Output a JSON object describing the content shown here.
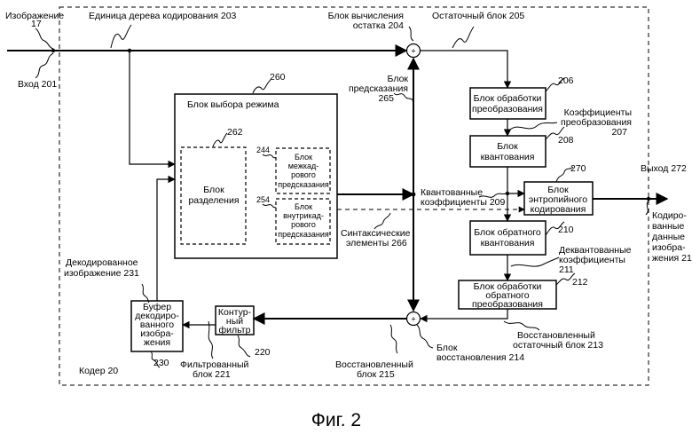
{
  "labels": {
    "picture": "Изображение",
    "picture_num": "17",
    "input": "Вход 201",
    "coding_tree_unit": "Единица дерева кодирования 203",
    "residual_calc_1": "Блок вычисления",
    "residual_calc_2": "остатка 204",
    "residual_block": "Остаточный блок 205",
    "prediction_1": "Блок",
    "prediction_2": "предсказания",
    "prediction_3": "265",
    "mode_select_num": "260",
    "mode_select": "Блок выбора режима",
    "partition_num": "262",
    "partition_1": "Блок",
    "partition_2": "разделения",
    "inter_num": "244",
    "inter_1": "Блок",
    "inter_2": "межкад-",
    "inter_3": "рового",
    "inter_4": "предсказания",
    "intra_num": "254",
    "intra_1": "Блок",
    "intra_2": "внутрикад-",
    "intra_3": "рового",
    "intra_4": "предсказания",
    "transform_num": "206",
    "transform_1": "Блок обработки",
    "transform_2": "преобразования",
    "coeffs_1": "Коэффициенты",
    "coeffs_2": "преобразования",
    "coeffs_3": "207",
    "quant_num": "208",
    "quant_1": "Блок",
    "quant_2": "квантования",
    "entropy_num": "270",
    "entropy_1": "Блок",
    "entropy_2": "энтропийного",
    "entropy_3": "кодирования",
    "output": "Выход 272",
    "encoded_1": "Кодиро-",
    "encoded_2": "ванные",
    "encoded_3": "данные",
    "encoded_4": "изобра-",
    "encoded_5": "жения 21",
    "quant_coeffs_1": "Квантованные",
    "quant_coeffs_2": "коэффициенты 209",
    "syntax_1": "Синтаксические",
    "syntax_2": "элементы 266",
    "invquant_num": "210",
    "invquant_1": "Блок обратного",
    "invquant_2": "квантования",
    "dequant_1": "Деквантованные",
    "dequant_2": "коэффициенты",
    "dequant_3": "211",
    "invtrans_num": "212",
    "invtrans_1": "Блок обработки",
    "invtrans_2": "обратного",
    "invtrans_3": "преобразования",
    "recon_residual_1": "Восстановленный",
    "recon_residual_2": "остаточный блок 213",
    "recon_unit_1": "Блок",
    "recon_unit_2": "восстановления 214",
    "recon_block_1": "Восстановленный",
    "recon_block_2": "блок 215",
    "loop_num": "220",
    "loop_1": "Контур-",
    "loop_2": "ный",
    "loop_3": "фильтр",
    "filtered_1": "Фильтрованный",
    "filtered_2": "блок 221",
    "dpb_num": "230",
    "dpb_1": "Буфер",
    "dpb_2": "декодиро-",
    "dpb_3": "ванного",
    "dpb_4": "изобра-",
    "dpb_5": "жения",
    "decoded_1": "Декодированное",
    "decoded_2": "изображение 231",
    "encoder": "Кодер 20",
    "plus": "+",
    "figure": "Фиг. 2"
  }
}
